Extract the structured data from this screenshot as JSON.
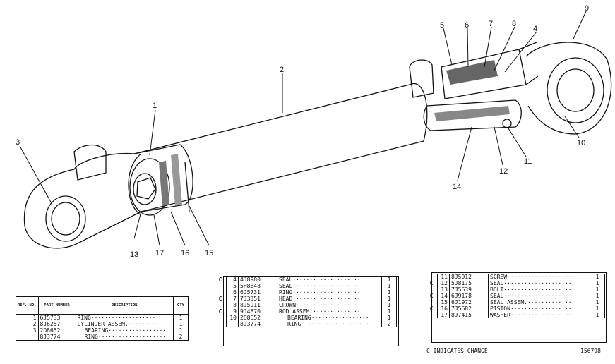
{
  "callouts": [
    {
      "label": "1"
    },
    {
      "label": "2"
    },
    {
      "label": "3"
    },
    {
      "label": "4"
    },
    {
      "label": "5"
    },
    {
      "label": "6"
    },
    {
      "label": "7"
    },
    {
      "label": "8"
    },
    {
      "label": "9"
    },
    {
      "label": "10"
    },
    {
      "label": "11"
    },
    {
      "label": "12"
    },
    {
      "label": "13"
    },
    {
      "label": "14"
    },
    {
      "label": "15"
    },
    {
      "label": "16"
    },
    {
      "label": "17"
    }
  ],
  "table1": {
    "headers": {
      "ref": "REF. NO.",
      "part": "PART NUMBER",
      "desc": "DESCRIPTION",
      "qty": "QTY"
    },
    "rows": [
      {
        "change": "",
        "ref": "1",
        "part": "6J5733",
        "desc": "RING",
        "qty": "1"
      },
      {
        "change": "",
        "ref": "2",
        "part": "8J6257",
        "desc": "CYLINDER ASSEM.",
        "qty": "1"
      },
      {
        "change": "",
        "ref": "3",
        "part": "2D8652",
        "desc": "BEARING",
        "qty": "1"
      },
      {
        "change": "",
        "ref": "",
        "part": "8J3774",
        "desc": "RING",
        "qty": "2"
      }
    ]
  },
  "table2": {
    "rows": [
      {
        "change": "C",
        "ref": "4",
        "part": "4J8980",
        "desc": "SEAL",
        "qty": "1"
      },
      {
        "change": "",
        "ref": "5",
        "part": "5H8848",
        "desc": "SEAL",
        "qty": "1"
      },
      {
        "change": "",
        "ref": "6",
        "part": "6J5731",
        "desc": "RING",
        "qty": "1"
      },
      {
        "change": "C",
        "ref": "7",
        "part": "7J3351",
        "desc": "HEAD",
        "qty": "1"
      },
      {
        "change": "",
        "ref": "8",
        "part": "8J5911",
        "desc": "CROWN",
        "qty": "1"
      },
      {
        "change": "C",
        "ref": "9",
        "part": "9J4870",
        "desc": "ROD ASSEM.",
        "qty": "1"
      },
      {
        "change": "",
        "ref": "10",
        "part": "2D8652",
        "desc": "BEARING",
        "qty": "1"
      },
      {
        "change": "",
        "ref": "",
        "part": "8J3774",
        "desc": "RING",
        "qty": "2"
      }
    ]
  },
  "table3": {
    "rows": [
      {
        "change": "",
        "ref": "11",
        "part": "8J5912",
        "desc": "SCREW",
        "qty": "1"
      },
      {
        "change": "C",
        "ref": "12",
        "part": "5J8175",
        "desc": "SEAL",
        "qty": "1"
      },
      {
        "change": "",
        "ref": "13",
        "part": "7J5639",
        "desc": "BOLT",
        "qty": "1"
      },
      {
        "change": "C",
        "ref": "14",
        "part": "6J9178",
        "desc": "SEAL",
        "qty": "1"
      },
      {
        "change": "",
        "ref": "15",
        "part": "6J1972",
        "desc": "SEAL ASSEM.",
        "qty": "1"
      },
      {
        "change": "C",
        "ref": "16",
        "part": "7J5682",
        "desc": "PISTON",
        "qty": "1"
      },
      {
        "change": "",
        "ref": "17",
        "part": "8J7415",
        "desc": "WASHER",
        "qty": "1"
      }
    ]
  },
  "footnote": "C INDICATES CHANGE",
  "illustration_number": "156798"
}
